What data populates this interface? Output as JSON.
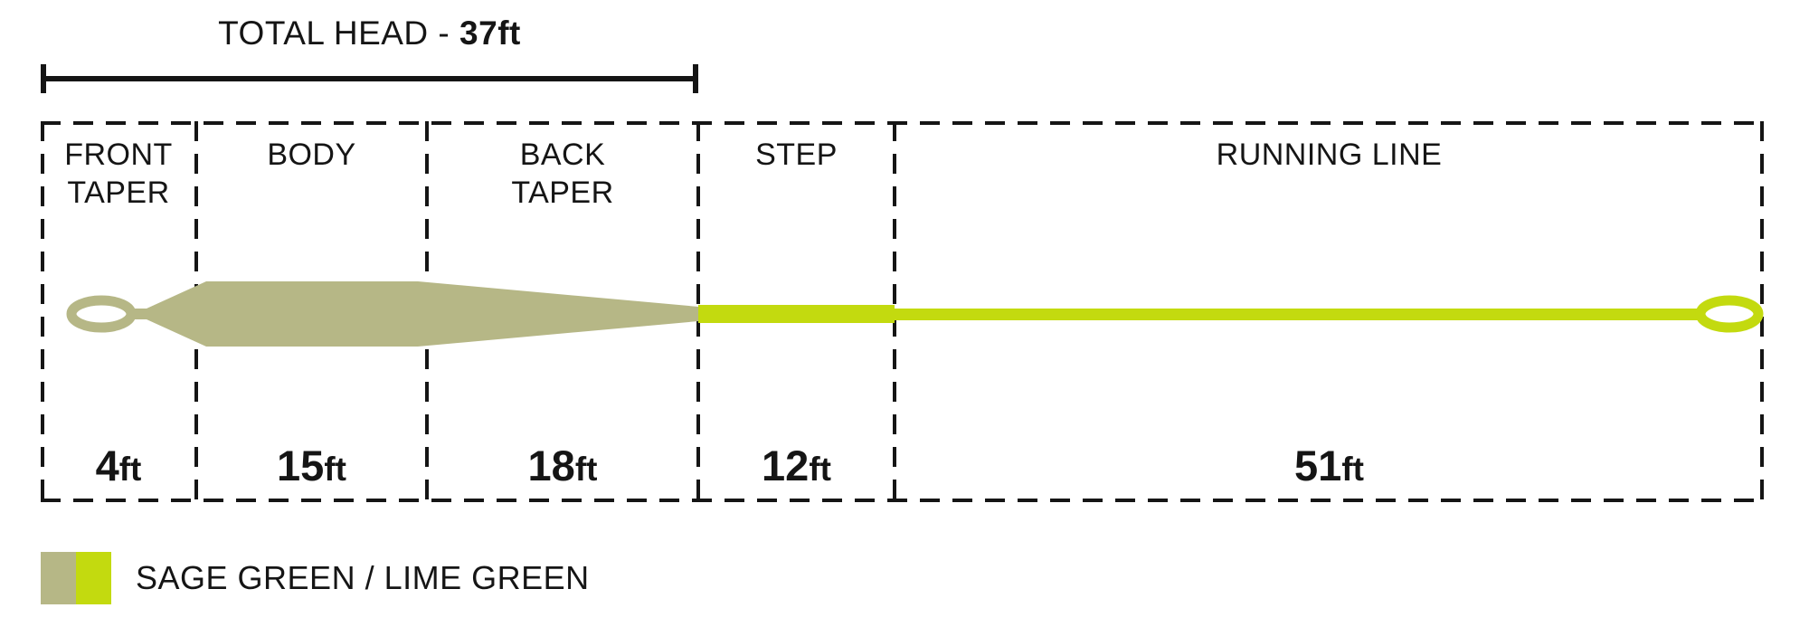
{
  "header": {
    "title_prefix": "TOTAL HEAD - ",
    "title_value": "37ft"
  },
  "sections": [
    {
      "label": "FRONT\nTAPER",
      "value": "4",
      "unit": "ft"
    },
    {
      "label": "BODY",
      "value": "15",
      "unit": "ft"
    },
    {
      "label": "BACK\nTAPER",
      "value": "18",
      "unit": "ft"
    },
    {
      "label": "STEP",
      "value": "12",
      "unit": "ft"
    },
    {
      "label": "RUNNING LINE",
      "value": "51",
      "unit": "ft"
    }
  ],
  "line": {
    "head_color": "#b6b786",
    "running_color": "#c3da0f"
  },
  "legend": {
    "label": "SAGE GREEN / LIME GREEN",
    "swatches": [
      {
        "name": "sage-green",
        "color": "#b6b786"
      },
      {
        "name": "lime-green",
        "color": "#c3da0f"
      }
    ]
  }
}
